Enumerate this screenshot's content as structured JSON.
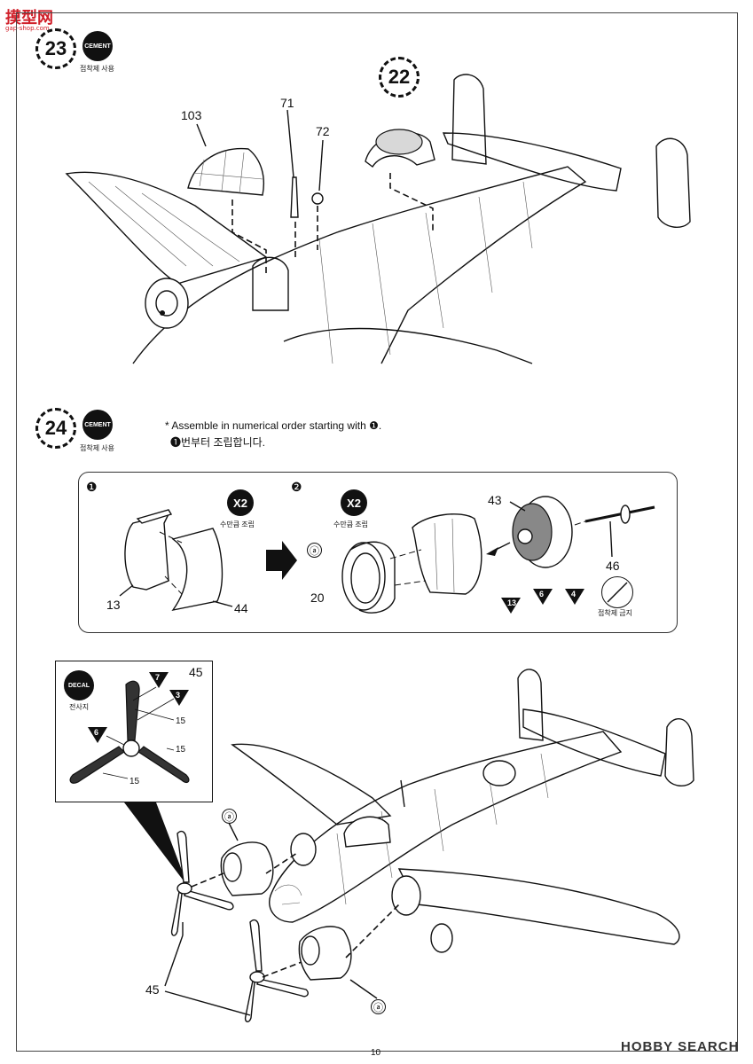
{
  "watermark_top": {
    "brand": "摸型网",
    "sub": "gap-shop.com"
  },
  "page_number": "10",
  "watermark_bottom": "HOBBY SEARCH",
  "badges": {
    "cement": "CEMENT",
    "cement_ko": "접착제 사용",
    "no_cement_ko": "접착제 금지",
    "decal": "DECAL",
    "decal_ko": "전사지",
    "x2": "X2",
    "x2_ko": "수만큼 조립"
  },
  "step23": {
    "number": "23",
    "ref_step": "22",
    "parts": [
      "103",
      "71",
      "72"
    ]
  },
  "step24": {
    "number": "24",
    "note_en": "* Assemble in numerical order starting with ❶.",
    "note_ko": "❶번부터 조립합니다.",
    "substep1": {
      "marker": "❶",
      "parts": [
        "13",
        "44"
      ]
    },
    "substep2": {
      "marker": "❷",
      "ref": "ⓐ",
      "parts": [
        "43",
        "46",
        "20"
      ],
      "colors": [
        "13",
        "6",
        "4"
      ]
    }
  },
  "callout": {
    "part": "45",
    "decal_nums": [
      "7",
      "3",
      "6"
    ],
    "sub_parts": [
      "15",
      "15",
      "15"
    ]
  },
  "main_view": {
    "ref_top": "ⓐ",
    "ref_bottom": "ⓐ",
    "part": "45"
  }
}
